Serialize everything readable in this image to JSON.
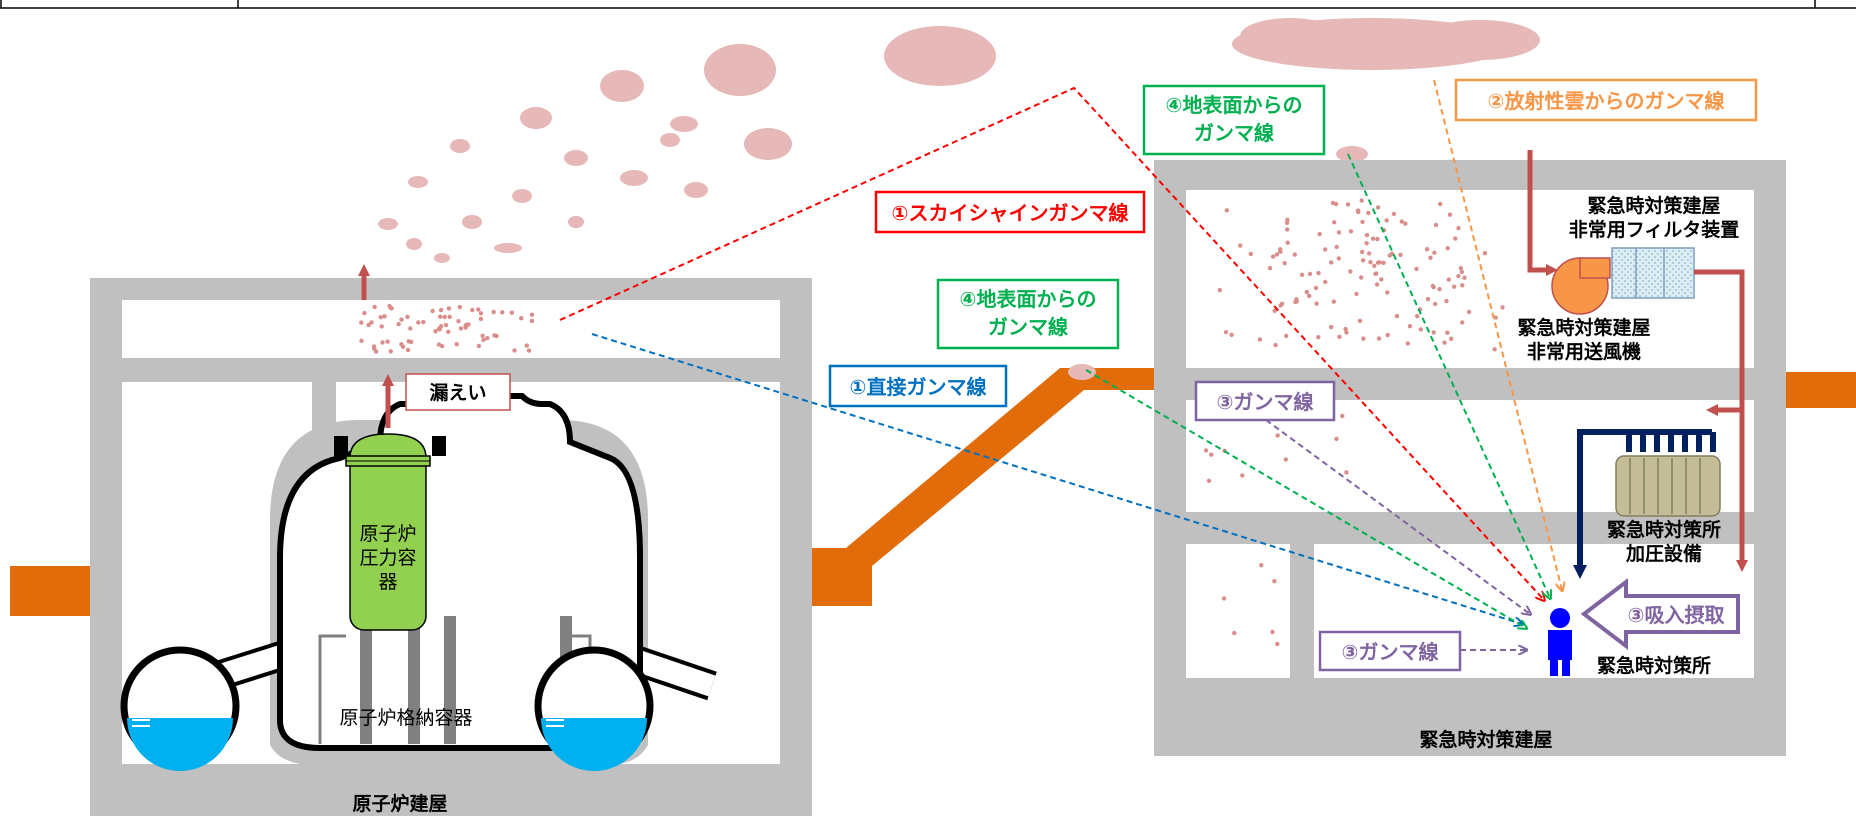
{
  "colors": {
    "building_gray": "#c0c0c0",
    "ground_orange": "#e36c0a",
    "vessel_green": "#92d050",
    "pool_blue": "#00b0f0",
    "plume_pink": "#e6b8b7",
    "dot_pink": "#d98e8c",
    "leak_arrow": "#c0504d",
    "skyshine_red": "#ff0000",
    "direct_blue": "#0070c0",
    "surface_green": "#00b050",
    "cloud_orange": "#f79646",
    "gamma_purple": "#8064a2",
    "person_blue": "#0000ff",
    "pressurizer_tan": "#c4bd97",
    "duct_navy": "#002060"
  },
  "reactor": {
    "building_label": "原子炉建屋",
    "vessel_label_lines": [
      "原子炉",
      "圧力容",
      "器"
    ],
    "containment_label": "原子炉格納容器",
    "leak_label": "漏えい"
  },
  "emergency": {
    "building_label": "緊急時対策建屋",
    "filter_label_lines": [
      "緊急時対策建屋",
      "非常用フィルタ装置"
    ],
    "fan_label_lines": [
      "緊急時対策建屋",
      "非常用送風機"
    ],
    "pressurizer_label_lines": [
      "緊急時対策所",
      "加圧設備"
    ],
    "room_label": "緊急時対策所",
    "intake_label": "③吸入摂取"
  },
  "pathways": {
    "skyshine": "①スカイシャインガンマ線",
    "direct": "①直接ガンマ線",
    "cloud": "②放射性雲からのガンマ線",
    "surface_left_lines": [
      "④地表面からの",
      "ガンマ線"
    ],
    "surface_right_lines": [
      "④地表面からの",
      "ガンマ線"
    ],
    "gamma_upper": "③ガンマ線",
    "gamma_lower": "③ガンマ線"
  },
  "icons": [
    "person-icon",
    "fan-icon",
    "filter-icon",
    "cloud-icon",
    "pressurizer-icon"
  ]
}
